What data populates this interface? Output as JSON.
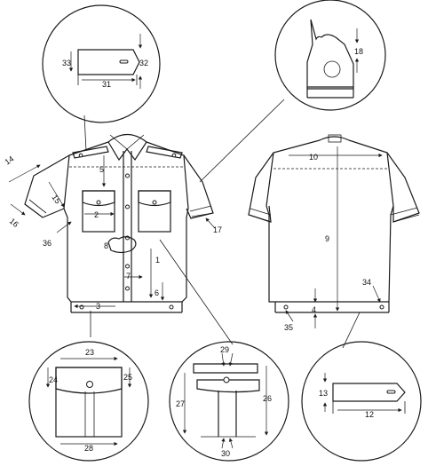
{
  "labels": {
    "l1": "1",
    "l2": "2",
    "l3": "3",
    "l4": "4",
    "l5": "5",
    "l6": "6",
    "l7": "7",
    "l8": "8",
    "l9": "9",
    "l10": "10",
    "l12": "12",
    "l13": "13",
    "l14": "14",
    "l15": "15",
    "l16": "16",
    "l17": "17",
    "l18": "18",
    "l23": "23",
    "l24": "24",
    "l25": "25",
    "l26": "26",
    "l27": "27",
    "l28": "28",
    "l29": "29",
    "l30": "30",
    "l31": "31",
    "l32": "32",
    "l33": "33",
    "l34": "34",
    "l35": "35",
    "l36": "36"
  }
}
